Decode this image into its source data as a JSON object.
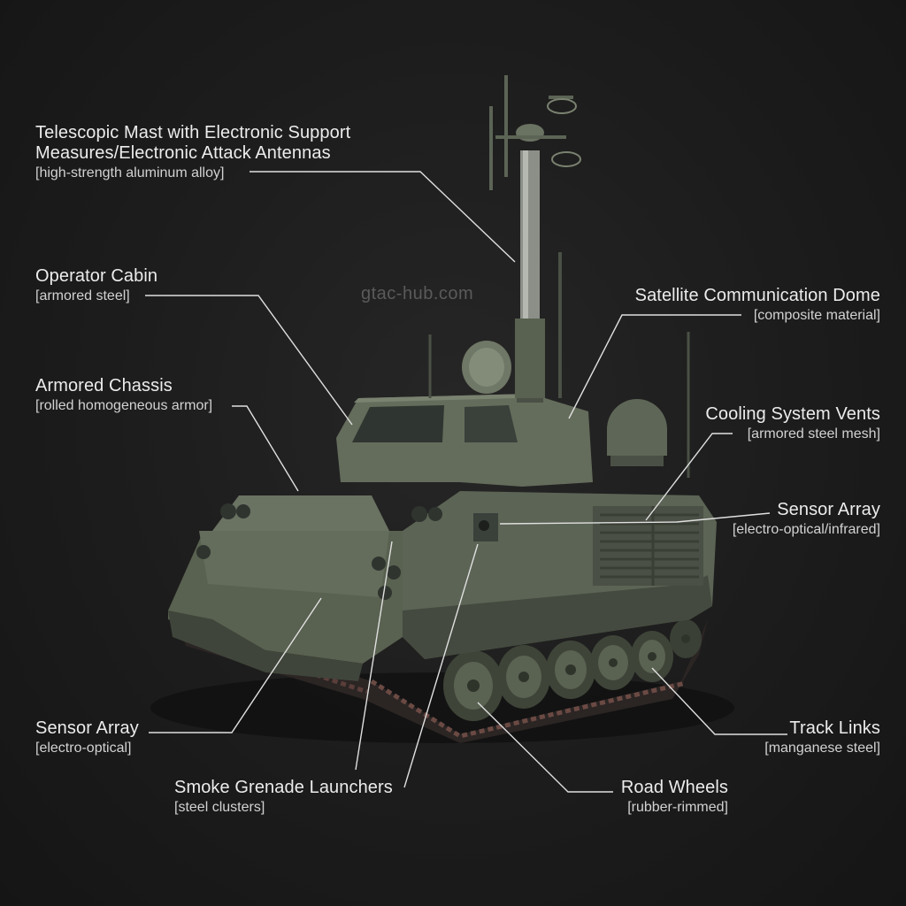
{
  "watermark": "gtac-hub.com",
  "colors": {
    "background": "#1c1c1c",
    "hull": "#5c6455",
    "hull_dark": "#444a3f",
    "hull_light": "#727a68",
    "leader_line": "#e0e0e0",
    "text": "#ececec"
  },
  "labels": {
    "mast": {
      "name_line1": "Telescopic Mast with Electronic Support",
      "name_line2": "Measures/Electronic Attack Antennas",
      "material": "[high-strength aluminum alloy]"
    },
    "cabin": {
      "name": "Operator Cabin",
      "material": "[armored steel]"
    },
    "chassis": {
      "name": "Armored Chassis",
      "material": "[rolled homogeneous armor]"
    },
    "satcom": {
      "name": "Satellite Communication Dome",
      "material": "[composite material]"
    },
    "vents": {
      "name": "Cooling System Vents",
      "material": "[armored steel mesh]"
    },
    "sensor_right": {
      "name": "Sensor Array",
      "material": "[electro-optical/infrared]"
    },
    "sensor_left": {
      "name": "Sensor Array",
      "material": "[electro-optical]"
    },
    "smoke": {
      "name": "Smoke Grenade Launchers",
      "material": "[steel clusters]"
    },
    "wheels": {
      "name": "Road Wheels",
      "material": "[rubber-rimmed]"
    },
    "tracks": {
      "name": "Track Links",
      "material": "[manganese steel]"
    }
  }
}
